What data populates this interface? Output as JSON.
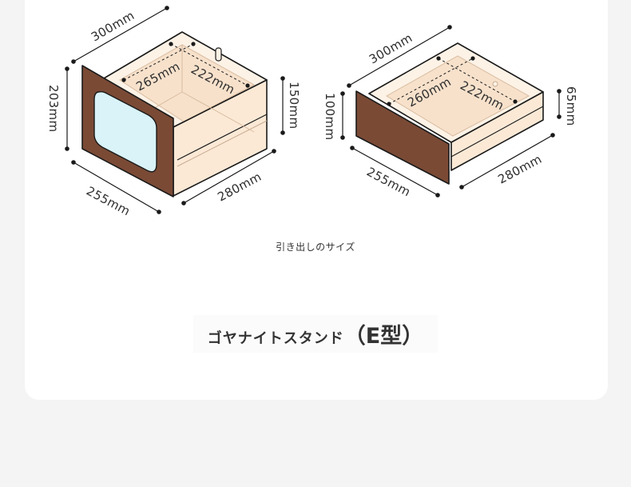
{
  "caption": "引き出しのサイズ",
  "title": {
    "main": "ゴヤナイトスタンド",
    "suffix": "（E型）"
  },
  "drawer_large": {
    "top_width": "300mm",
    "inner_length": "265mm",
    "inner_width": "222mm",
    "height": "203mm",
    "inner_height": "150mm",
    "front_width": "255mm",
    "depth": "280mm"
  },
  "drawer_small": {
    "top_width": "300mm",
    "inner_length": "260mm",
    "inner_width": "222mm",
    "height": "100mm",
    "inner_height": "65mm",
    "front_width": "255mm",
    "depth": "280mm"
  },
  "colors": {
    "wood": "#7a4a35",
    "box": "#fbe9d6",
    "box_inner": "#fdf2e6",
    "glass": "#d9f3f8"
  }
}
